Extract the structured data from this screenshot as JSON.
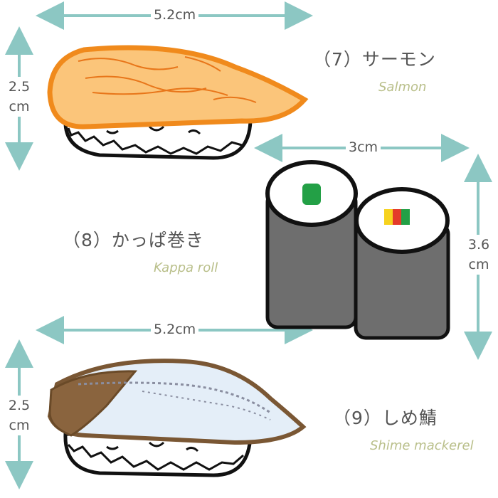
{
  "colors": {
    "arrow": "#8cc7c3",
    "label_jp": "#555555",
    "label_en": "#b9bf8a",
    "salmon_edge": "#f08a1c",
    "salmon_fill": "#fbc57a",
    "mackerel_edge": "#7a5734",
    "mackerel_fill": "#e4eef8",
    "rice": "#ffffff",
    "nori": "#777777"
  },
  "items": [
    {
      "number": "（7）",
      "name_jp": "サーモン",
      "name_en": "Salmon",
      "width": "5.2cm",
      "height_value": "2.5",
      "height_unit": "cm"
    },
    {
      "number": "（8）",
      "name_jp": "かっぱ巻き",
      "name_en": "Kappa roll",
      "width": "3cm",
      "height_value": "3.6",
      "height_unit": "cm"
    },
    {
      "number": "（9）",
      "name_jp": "しめ鯖",
      "name_en": "Shime mackerel",
      "width": "5.2cm",
      "height_value": "2.5",
      "height_unit": "cm"
    }
  ]
}
